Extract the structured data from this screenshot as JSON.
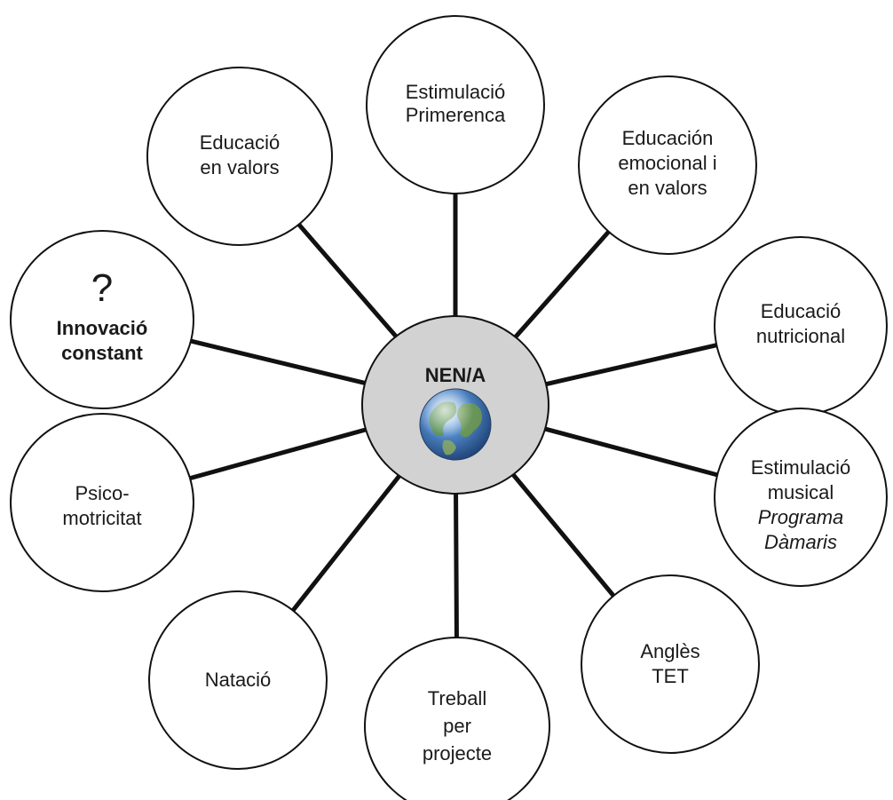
{
  "center": {
    "title": "NEN/A",
    "icon": "globe-icon",
    "fill": "#d2d2d2"
  },
  "nodes": [
    {
      "id": "estimulacio-primerenca",
      "lines": [
        "Estimulació",
        "Primerenca"
      ]
    },
    {
      "id": "educacion-emocional",
      "lines": [
        "Educación",
        "emocional i",
        "en valors"
      ]
    },
    {
      "id": "educacio-nutricional",
      "lines": [
        "Educació",
        "nutricional"
      ]
    },
    {
      "id": "estimulacio-musical",
      "lines": [
        "Estimulació",
        "musical",
        "Programa",
        "Dàmaris"
      ]
    },
    {
      "id": "angles-tet",
      "lines": [
        "Anglès",
        "TET"
      ]
    },
    {
      "id": "treball-per-projecte",
      "lines": [
        "Treball",
        "per",
        "projecte"
      ]
    },
    {
      "id": "natacio",
      "lines": [
        "Natació"
      ]
    },
    {
      "id": "psicomotricitat",
      "lines": [
        "Psico-",
        "motricitat"
      ]
    },
    {
      "id": "innovacio-constant",
      "mark": "?",
      "lines": [
        "Innovació",
        "constant"
      ]
    },
    {
      "id": "educacio-en-valors",
      "lines": [
        "Educació",
        "en valors"
      ]
    }
  ],
  "colors": {
    "line": "#111111",
    "node_fill": "#ffffff",
    "node_stroke": "#111111"
  }
}
